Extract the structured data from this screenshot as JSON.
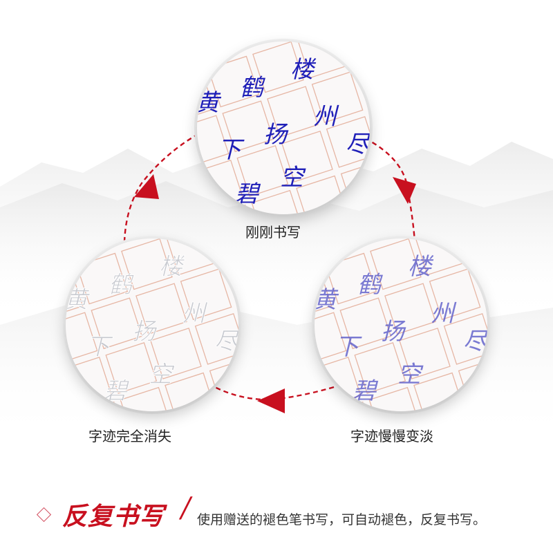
{
  "colors": {
    "accent_red": "#c8101f",
    "ink_blue": "#1f1fb8",
    "grid_line": "#e6b6a4",
    "faded_ink": "#d0d2d8"
  },
  "cycle": {
    "top_label": "刚刚书写",
    "right_label": "字迹慢慢变淡",
    "left_label": "字迹完全消失"
  },
  "worksheet_chars": [
    "黄",
    "鹤",
    "楼",
    "下",
    "扬",
    "州",
    "尽",
    "碧",
    "空"
  ],
  "footer": {
    "title": "反复书写",
    "description": "使用赠送的褪色笔书写，可自动褪色，反复书写。"
  }
}
